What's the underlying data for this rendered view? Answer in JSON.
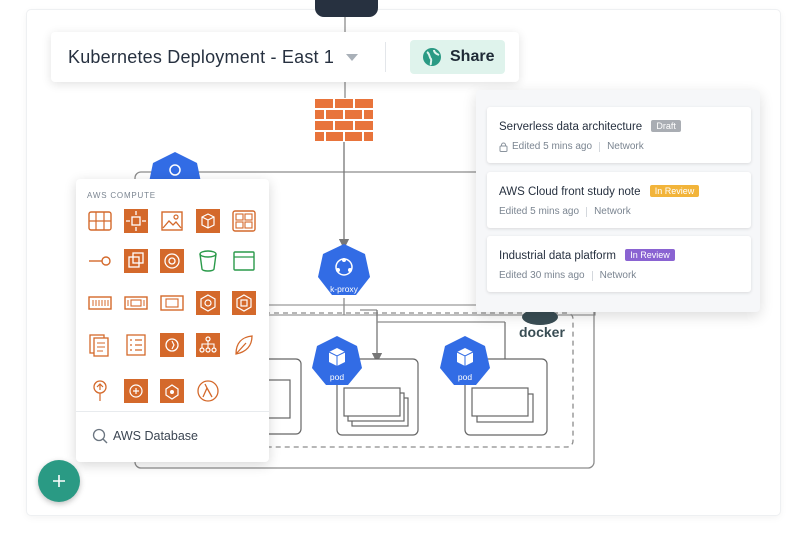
{
  "header": {
    "title": "Kubernetes Deployment - East 1",
    "share_label": "Share"
  },
  "diagram": {
    "kproxy_label": "k-proxy",
    "pod_label": "pod",
    "docker_label": "docker"
  },
  "shape_library": {
    "section_title": "AWS COMPUTE",
    "search_label": "AWS Database",
    "accent_color": "#d4692b"
  },
  "documents": [
    {
      "title": "Serverless data architecture",
      "badge": "Draft",
      "badge_color": "#a9adb3",
      "edited": "Edited 5 mins ago",
      "folder": "Network",
      "locked": true
    },
    {
      "title": "AWS Cloud front study note",
      "badge": "In Review",
      "badge_color": "#f2b43a",
      "edited": "Edited 5 mins ago",
      "folder": "Network",
      "locked": false
    },
    {
      "title": "Industrial data platform",
      "badge": "In Review",
      "badge_color": "#8a63d2",
      "edited": "Edited 30 mins ago",
      "folder": "Network",
      "locked": false
    }
  ],
  "colors": {
    "kube_blue": "#326ce5",
    "firewall_orange": "#e8743b",
    "fab_green": "#2a9a84"
  }
}
